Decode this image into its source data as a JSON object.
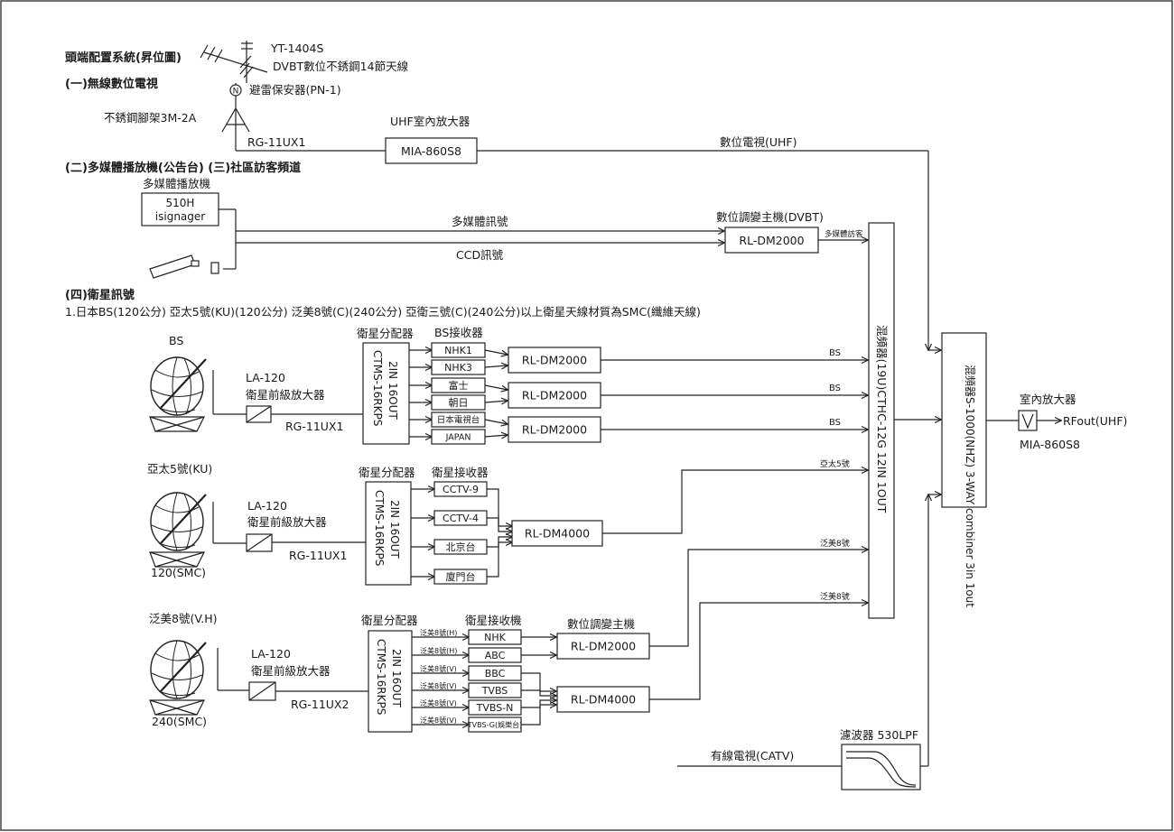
{
  "title": "頭端配置系統(昇位圖)",
  "sections": {
    "wireless": "(一)無線數位電視",
    "multimedia": "(二)多媒體播放機(公告台) (三)社區訪客頻道",
    "satellite": "(四)衛星訊號",
    "satellite_note": "1.日本BS(120公分) 亞太5號(KU)(120公分) 泛美8號(C)(240公分) 亞衛三號(C)(240公分)以上衛星天線材質為SMC(纖維天線)"
  },
  "antenna": {
    "model": "YT-1404S",
    "desc": "DVBT數位不銹鋼14節天線",
    "protector": "避雷保安器(PN-1)",
    "protector_symbol": "N",
    "mast": "不銹鋼腳架3M-2A",
    "cable": "RG-11UX1"
  },
  "uhf_amp": {
    "title": "UHF室內放大器",
    "model": "MIA-860S8",
    "out_label": "數位電視(UHF)"
  },
  "media_player": {
    "title": "多媒體播放機",
    "model_line1": "510H",
    "model_line2": "isignager",
    "signal_media": "多媒體訊號",
    "signal_ccd": "CCD訊號"
  },
  "dvbt_mod": {
    "title": "數位調變主機(DVBT)",
    "model": "RL-DM2000",
    "out_label": "多媒體訪客"
  },
  "mixer": {
    "label": "混頻器(19U)CTHC-12G 12IN 1OUT"
  },
  "combiner": {
    "label": "混頻器S-1000(NHZ) 3-WAY combiner 3in 1out"
  },
  "indoor_amp": {
    "title": "室內放大器",
    "output": "RFout(UHF)",
    "model": "MIA-860S8"
  },
  "catv": {
    "label": "有線電視(CATV)",
    "filter": "濾波器 530LPF"
  },
  "sat_bs": {
    "name": "BS",
    "lna_model": "LA-120",
    "lna_desc": "衛星前級放大器",
    "cable": "RG-11UX1",
    "splitter_title": "衛星分配器",
    "splitter_line1": "2IN 16OUT",
    "splitter_line2": "CTMS-16RKPS",
    "receiver_title": "BS接收器",
    "receivers": [
      "NHK1",
      "NHK3",
      "富士",
      "朝日",
      "日本電視台",
      "JAPAN"
    ],
    "modulators": [
      "RL-DM2000",
      "RL-DM2000",
      "RL-DM2000"
    ],
    "out_labels": [
      "BS",
      "BS",
      "BS"
    ]
  },
  "sat_apstar": {
    "name": "亞太5號(KU)",
    "size": "120(SMC)",
    "lna_model": "LA-120",
    "lna_desc": "衛星前級放大器",
    "cable": "RG-11UX1",
    "splitter_title": "衛星分配器",
    "splitter_line1": "2IN 16OUT",
    "splitter_line2": "CTMS-16RKPS",
    "receiver_title": "衛星接收器",
    "receivers": [
      "CCTV-9",
      "CCTV-4",
      "北京台",
      "廈門台"
    ],
    "modulator": "RL-DM4000",
    "out_label": "亞太5號"
  },
  "sat_pas8": {
    "name": "泛美8號(V.H)",
    "size": "240(SMC)",
    "lna_model": "LA-120",
    "lna_desc": "衛星前級放大器",
    "cable": "RG-11UX2",
    "splitter_title": "衛星分配器",
    "splitter_line1": "2IN 16OUT",
    "splitter_line2": "CTMS-16RKPS",
    "receiver_title": "衛星接收機",
    "mod_title": "數位調變主機",
    "feed_labels": [
      "泛美8號(H)",
      "泛美8號(H)",
      "泛美8號(V)",
      "泛美8號(V)",
      "泛美8號(V)",
      "泛美8號(V)"
    ],
    "receivers": [
      "NHK",
      "ABC",
      "BBC",
      "TVBS",
      "TVBS-N",
      "TVBS-G(娛樂台)"
    ],
    "modulators": [
      "RL-DM2000",
      "RL-DM4000"
    ],
    "out_labels": [
      "泛美8號",
      "泛美8號"
    ]
  }
}
